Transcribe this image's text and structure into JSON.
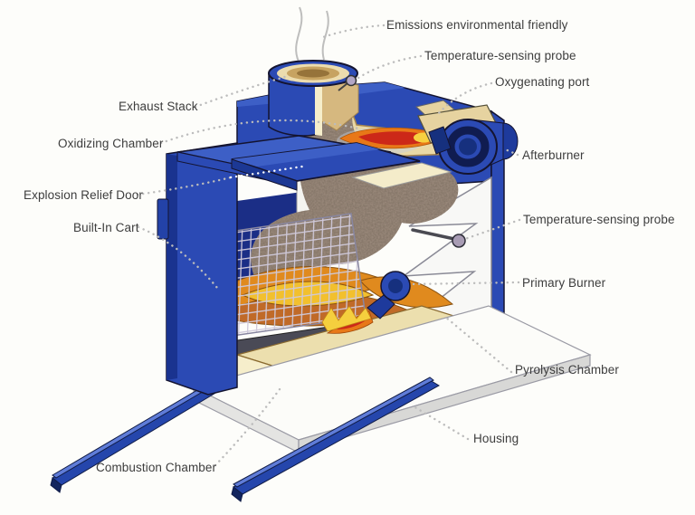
{
  "diagram": {
    "subject": "Incinerator cutaway technical diagram",
    "labels": {
      "emissions": "Emissions environmental friendly",
      "temp_probe_top": "Temperature-sensing probe",
      "oxygenating_port": "Oxygenating port",
      "exhaust_stack": "Exhaust Stack",
      "oxidizing_chamber": "Oxidizing Chamber",
      "afterburner": "Afterburner",
      "explosion_relief_door": "Explosion Relief Door",
      "built_in_cart": "Built-In Cart",
      "temp_probe_right": "Temperature-sensing probe",
      "primary_burner": "Primary Burner",
      "pyrolysis_chamber": "Pyrolysis Chamber",
      "housing": "Housing",
      "combustion_chamber": "Combustion Chamber"
    },
    "colors": {
      "housing_blue": "#2b4ab4",
      "housing_blue_dark": "#1a338f",
      "housing_blue_light": "#3d5fc6",
      "lining_tan": "#e9d8a6",
      "lining_cream": "#f6eecb",
      "block_tan": "#d9b97e",
      "smoke_gray": "#9a897b",
      "flame_red": "#cc2818",
      "flame_orange": "#e87818",
      "flame_yellow": "#f7d040",
      "mesh_gray": "#cfc9da",
      "label_text": "#3d3d3d",
      "leader_dot": "#bcbcbc",
      "background": "#fdfdfa"
    }
  }
}
